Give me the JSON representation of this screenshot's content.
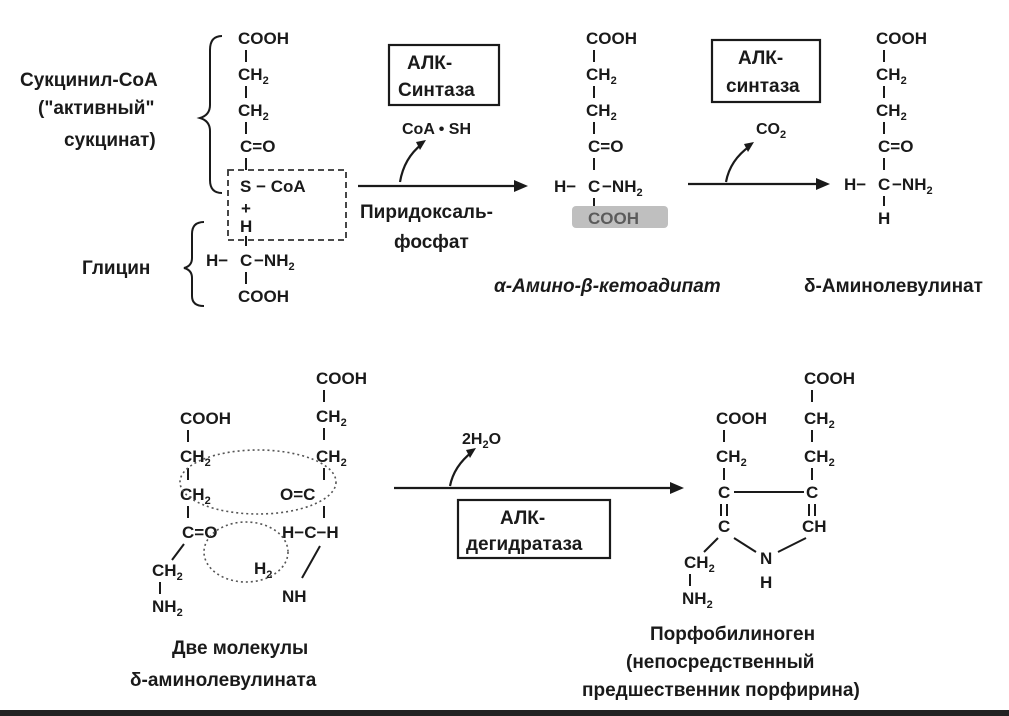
{
  "top": {
    "succinyl": {
      "label_line1": "Сукцинил-CoA",
      "label_line2": "(\"активный\"",
      "label_line3": "сукцинат)",
      "cooh": "COOH",
      "ch2a": "CH",
      "ch2b": "CH",
      "co": "C=O",
      "s": "S",
      "coa": "CoA",
      "plus": "+"
    },
    "glycine": {
      "label": "Глицин",
      "h": "H",
      "hcn": "H−",
      "c": "C",
      "nh2": "−NH",
      "cooh": "COOH"
    },
    "enzyme1": {
      "line1": "АЛК-",
      "line2": "Синтаза",
      "release": "CoA • SH",
      "cofactor_line1": "Пиридоксаль-",
      "cofactor_line2": "фосфат"
    },
    "intermediate": {
      "cooh": "COOH",
      "ch2a": "CH",
      "ch2b": "CH",
      "co": "C=O",
      "h": "H−",
      "c": "C",
      "nh2": "−NH",
      "blurred": "COOH",
      "name": "α-Амино-β-кетоадипат"
    },
    "enzyme2": {
      "line1": "АЛК-",
      "line2": "синтаза",
      "release": "CO"
    },
    "product": {
      "cooh": "COOH",
      "ch2a": "CH",
      "ch2b": "CH",
      "co": "C=O",
      "h": "H−",
      "c": "C",
      "nh2": "−NH",
      "hb": "H",
      "name": "δ-Аминолевулинат"
    }
  },
  "bottom": {
    "reactant": {
      "cooh1": "COOH",
      "ch2_1": "CH",
      "ch2_2": "CH",
      "co": "C=O",
      "ch2_3": "CH",
      "nh2": "NH",
      "cooh2": "COOH",
      "ch2_4": "CH",
      "ch2_5": "CH",
      "oc": "O=C",
      "hch": "H−C−H",
      "h": "H",
      "nh": "NH",
      "name_line1": "Две молекулы",
      "name_line2": "δ-аминолевулината"
    },
    "water": "2H",
    "enzyme3": {
      "line1": "АЛК-",
      "line2": "дегидратаза"
    },
    "product": {
      "cooh1": "COOH",
      "cooh2": "COOH",
      "ch2a": "CH",
      "ch2b": "CH",
      "ch2c": "CH",
      "c1": "C",
      "c2": "C",
      "c3": "C",
      "ch": "CH",
      "ch2d": "CH",
      "n": "N",
      "h": "H",
      "nh2": "NH",
      "name_line1": "Порфобилиноген",
      "name_line2": "(непосредственный",
      "name_line3": "предшественник порфирина)"
    }
  }
}
